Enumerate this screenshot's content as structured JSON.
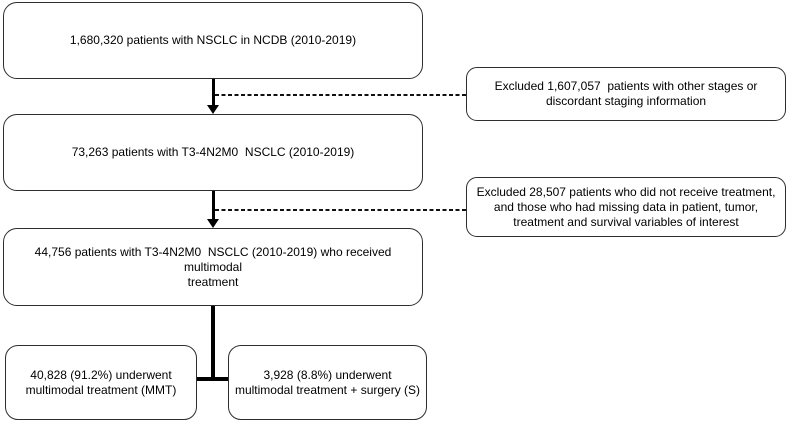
{
  "nodes": {
    "total": "1,680,320 patients with NSCLC in NCDB (2010-2019)",
    "staged": "73,263 patients with T3-4N2M0  NSCLC (2010-2019)",
    "treated": "44,756 patients with T3-4N2M0  NSCLC (2010-2019) who received multimodal\ntreatment",
    "excluded_staging": "Excluded 1,607,057  patients with other stages or\ndiscordant staging information",
    "excluded_treatment": "Excluded 28,507 patients who did not receive treatment,\nand those who had missing data in patient, tumor,\ntreatment and survival variables of interest",
    "mmt": "40,828 (91.2%) underwent\nmultimodal treatment (MMT)",
    "surgery": "3,928 (8.8%) underwent\nmultimodal treatment + surgery (S)"
  },
  "colors": {
    "box_border": "#2e2e2e",
    "line": "#000000",
    "text": "#000000",
    "background": "#ffffff"
  }
}
